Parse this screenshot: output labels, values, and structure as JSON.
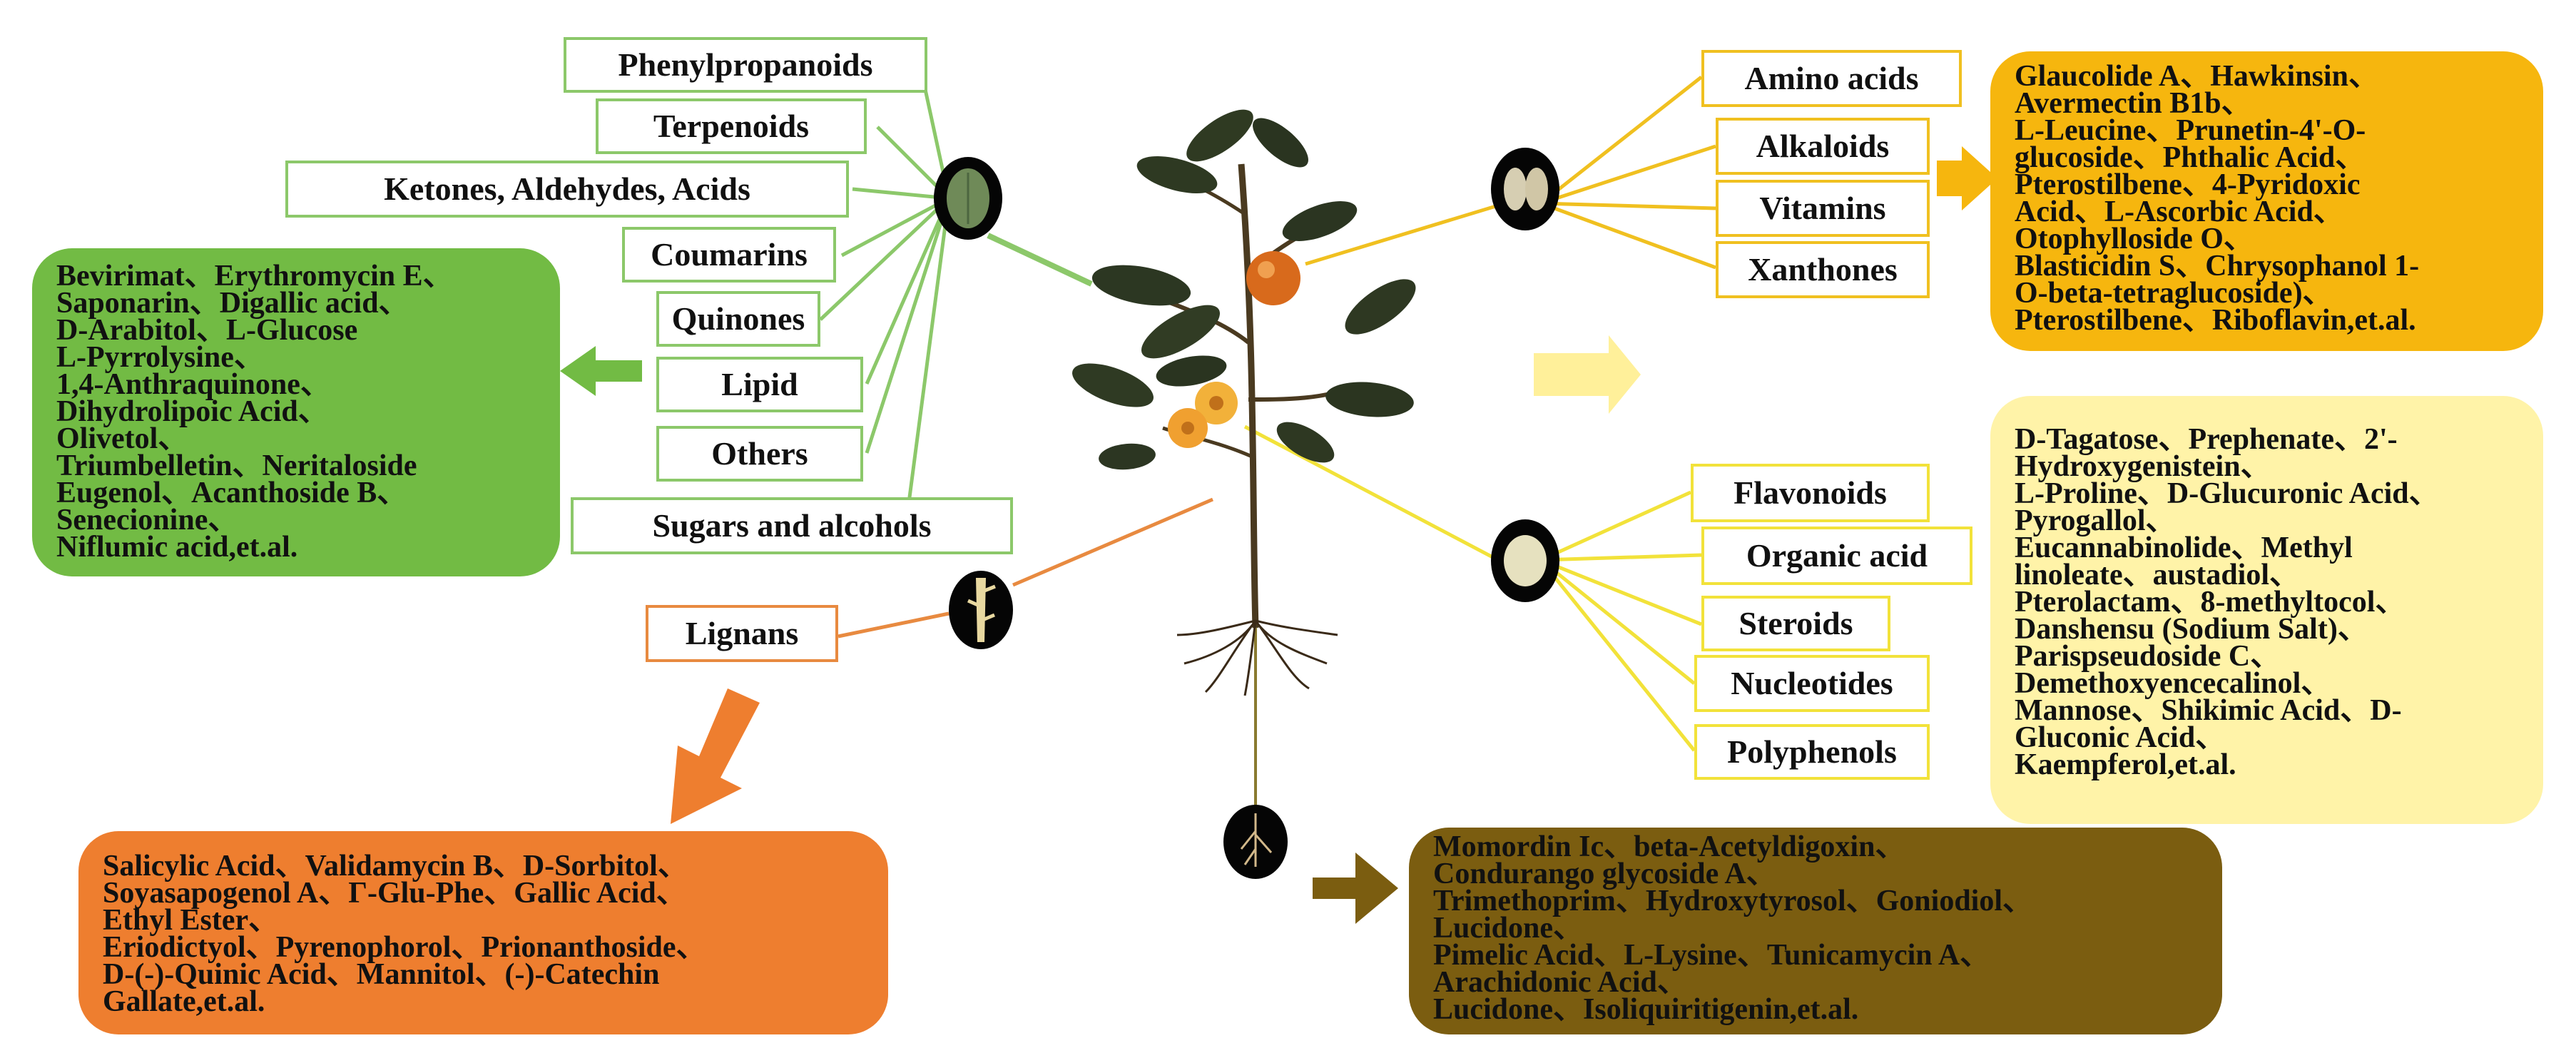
{
  "leaf_group": {
    "categories": [
      "Phenylpropanoids",
      "Terpenoids",
      "Ketones, Aldehydes, Acids",
      "Coumarins",
      "Quinones",
      "Lipid",
      "Others",
      "Sugars and alcohols"
    ],
    "compounds": [
      "Bevirimat、Erythromycin E、",
      "Saponarin、Digallic acid、",
      "D-Arabitol、L-Glucose",
      "L-Pyrrolysine、",
      "1,4-Anthraquinone、",
      "Dihydrolipoic Acid、",
      "Olivetol、",
      "Triumbelletin、Neritaloside",
      "Eugenol、Acanthoside B、",
      "Senecionine、",
      "Niflumic acid,et.al."
    ]
  },
  "seed_group": {
    "categories": [
      "Amino acids",
      "Alkaloids",
      "Vitamins",
      "Xanthones"
    ],
    "compounds": [
      "Glaucolide A、Hawkinsin、",
      "Avermectin B1b、",
      "L-Leucine、Prunetin-4'-O-",
      "glucoside、Phthalic Acid、",
      "Pterostilbene、4-Pyridoxic",
      "Acid、L-Ascorbic Acid、",
      "Otophylloside O、",
      "Blasticidin S、Chrysophanol 1-",
      "O-beta-tetraglucoside)、",
      "Pterostilbene、Riboflavin,et.al."
    ]
  },
  "flower_group": {
    "categories": [
      "Flavonoids",
      "Organic acid",
      "Steroids",
      "Nucleotides",
      "Polyphenols"
    ],
    "compounds": [
      "D-Tagatose、Prephenate、2'-",
      "Hydroxygenistein、",
      "L-Proline、D-Glucuronic Acid、",
      "Pyrogallol、",
      "Eucannabinolide、Methyl",
      "linoleate、austadiol、",
      "Pterolactam、8-methyltocol、",
      "Danshensu (Sodium Salt)、",
      "Parispseudoside C、",
      "Demethoxyencecalinol、",
      "Mannose、Shikimic Acid、D-",
      "Gluconic Acid、",
      "Kaempferol,et.al."
    ]
  },
  "stem_group": {
    "categories": [
      "Lignans"
    ],
    "compounds": [
      "Salicylic Acid、Validamycin B、D-Sorbitol、",
      "Soyasapogenol A、Γ-Glu-Phe、Gallic Acid、",
      "Ethyl Ester、",
      "Eriodictyol、Pyrenophorol、Prionanthoside、",
      "D-(-)-Quinic Acid、Mannitol、(-)-Catechin",
      "Gallate,et.al."
    ]
  },
  "root_group": {
    "compounds": [
      "Momordin Ic、beta-Acetyldigoxin、",
      "Condurango glycoside A、",
      "Trimethoprim、Hydroxytyrosol、Goniodiol、",
      "Lucidone、",
      "Pimelic Acid、L-Lysine、Tunicamycin A、",
      "Arachidonic Acid、",
      "Lucidone、Isoliquiritigenin,et.al."
    ]
  },
  "colors": {
    "leaf": "#72bb44",
    "seed": "#f6b60e",
    "flower": "#fff3a8",
    "stem": "#ee7e2f",
    "root": "#7b5d10"
  }
}
